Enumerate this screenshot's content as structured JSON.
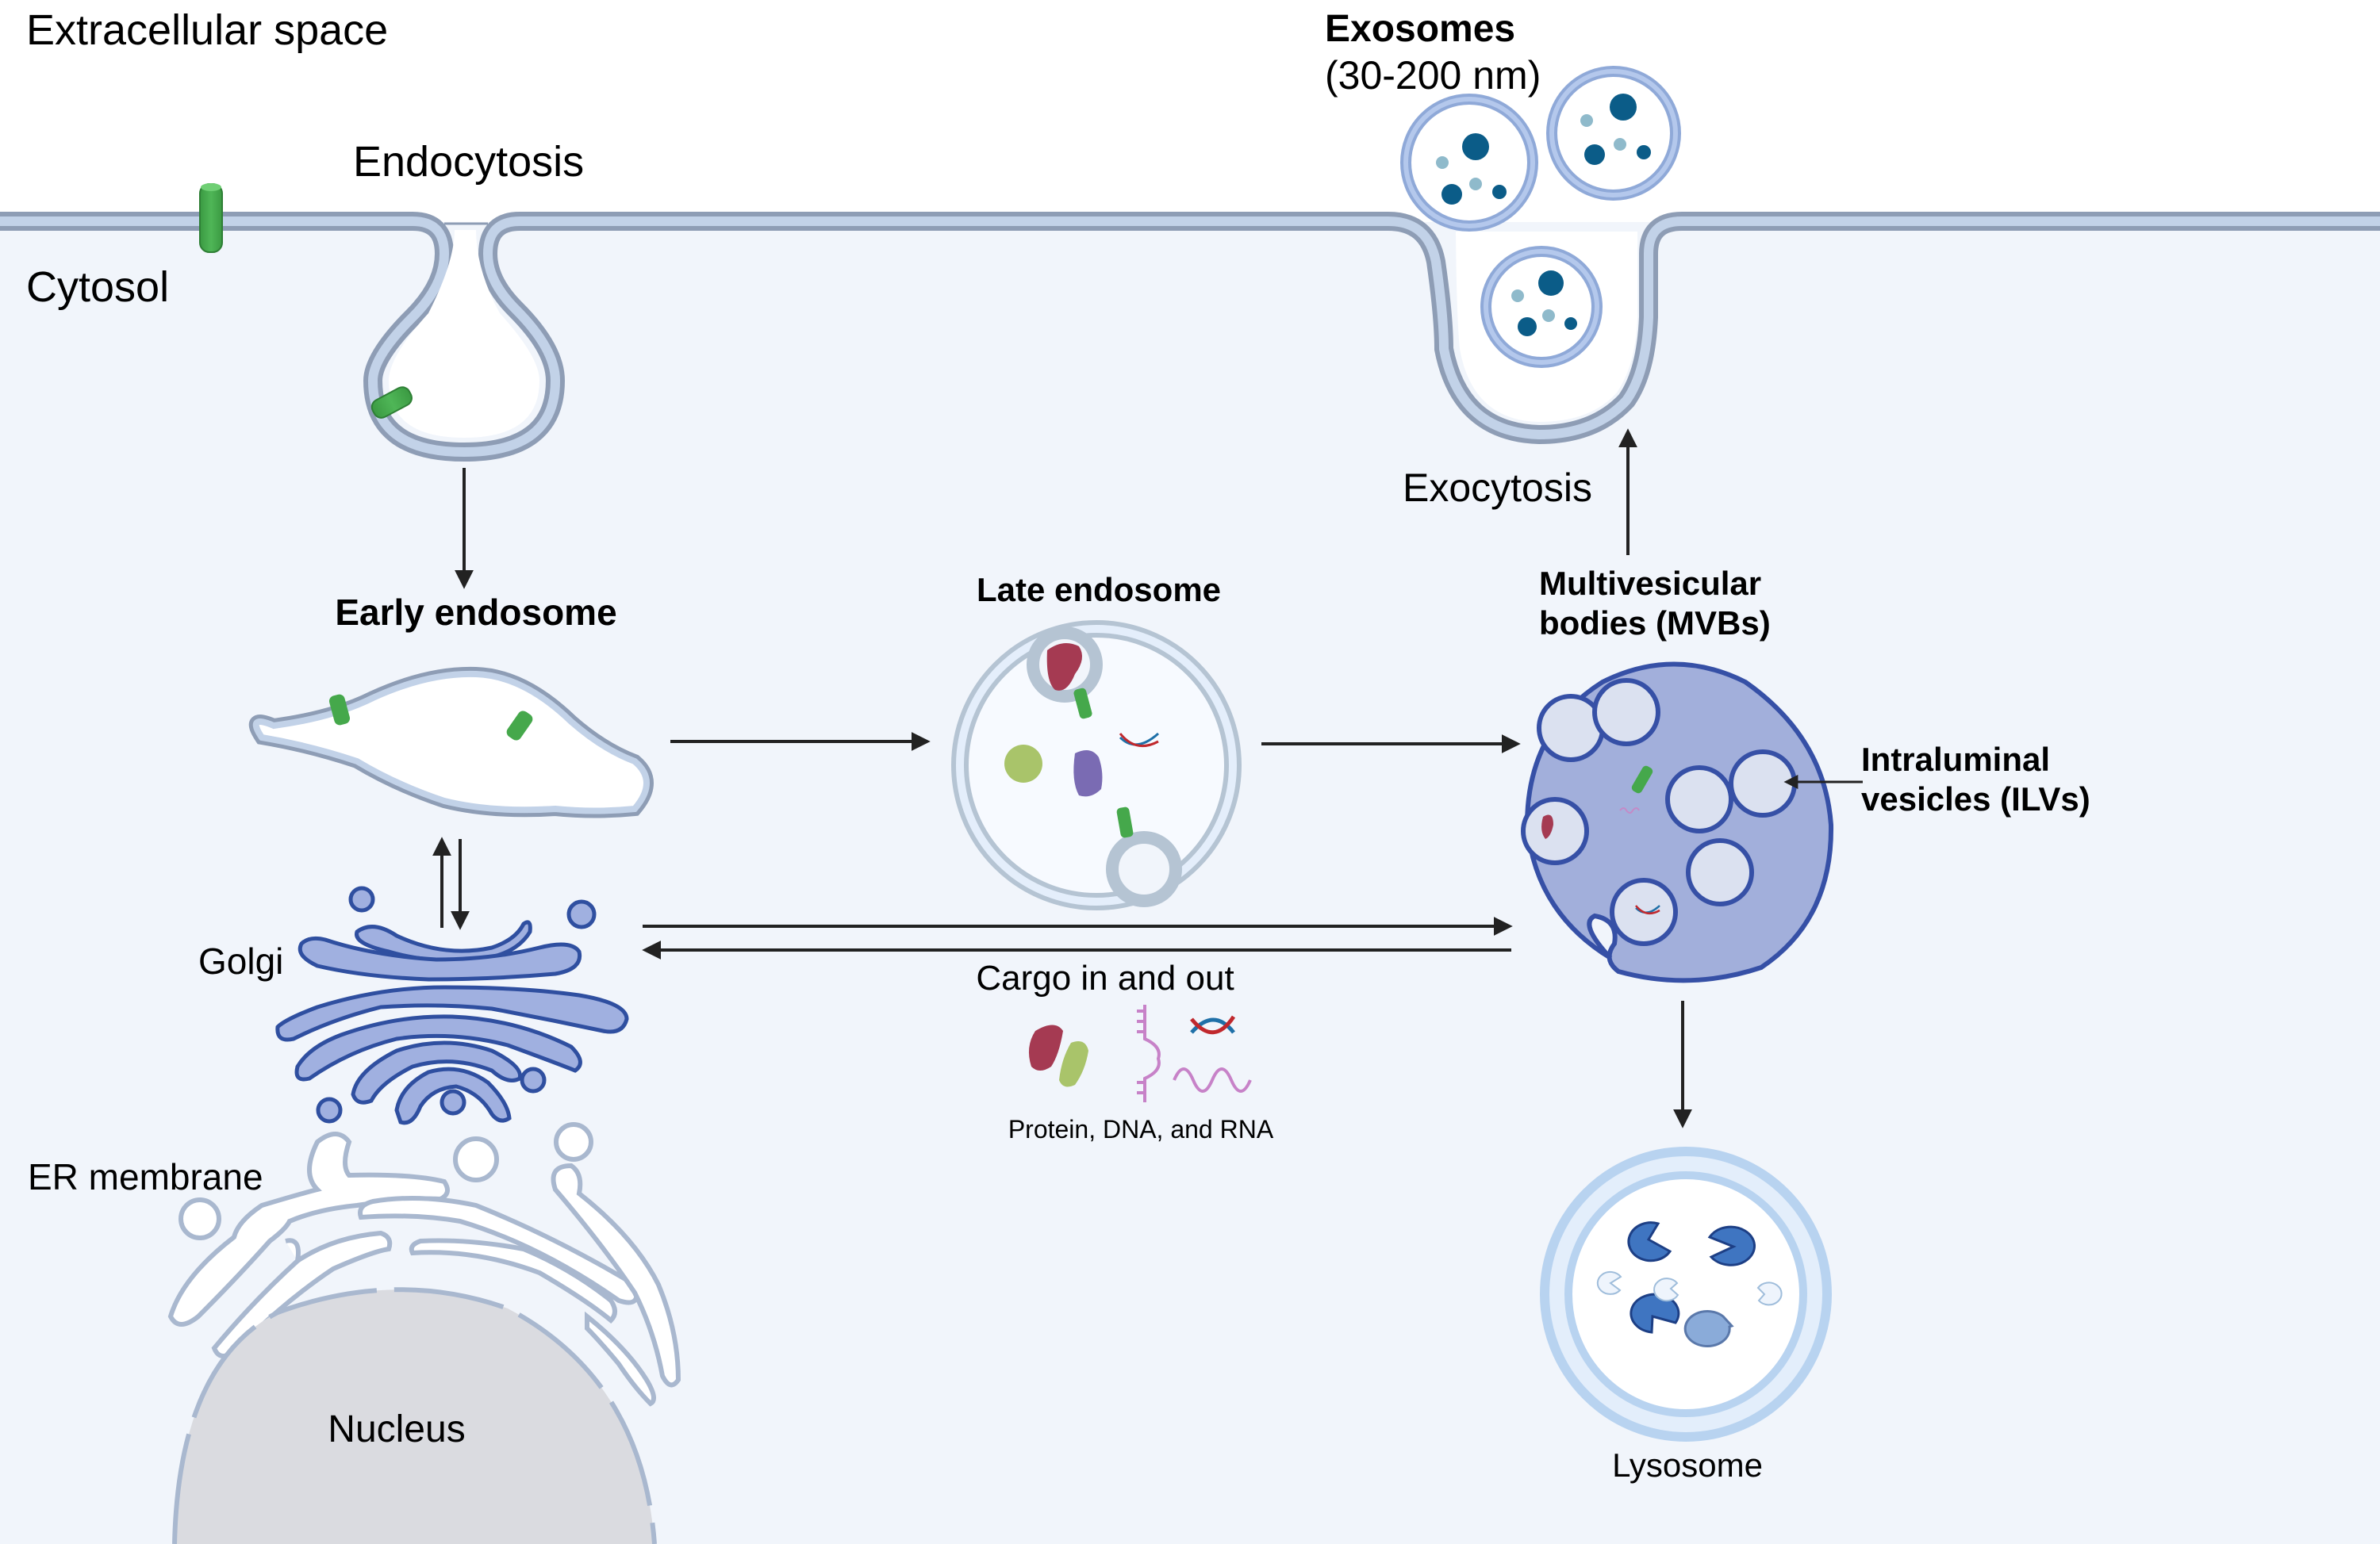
{
  "figure": {
    "title": "Exosome biogenesis pathway",
    "colors": {
      "extracellular_bg": "#ffffff",
      "cytosol_bg": "#f1f5fb",
      "membrane_outer": "#8e9db5",
      "membrane_inner": "#c2d2e8",
      "receptor_green": "#45a84b",
      "golgi_fill": "#a0b0e0",
      "golgi_stroke": "#2f4fa0",
      "mvb_fill": "#a2afdb",
      "mvb_stroke": "#3650a6",
      "ilv_fill": "#dbe1f0",
      "exosome_cargo_dark": "#0b5c88",
      "exosome_cargo_light": "#8fbacb",
      "nucleus_fill": "#dadbe0",
      "lysosome_ring": "#b8d3f0",
      "enzyme_dark": "#3f75c1",
      "arrow": "#222222"
    }
  },
  "regions": {
    "extracellular": "Extracellular space",
    "cytosol": "Cytosol"
  },
  "labels": {
    "endocytosis": "Endocytosis",
    "early_endosome": "Early endosome",
    "late_endosome": "Late endosome",
    "mvb_line1": "Multivesicular",
    "mvb_line2": "bodies (MVBs)",
    "ilv_line1": "Intraluminal",
    "ilv_line2": "vesicles (ILVs)",
    "exosomes_title": "Exosomes",
    "exosomes_size": "(30-200 nm)",
    "exocytosis": "Exocytosis",
    "golgi": "Golgi",
    "er_membrane": "ER membrane",
    "nucleus": "Nucleus",
    "cargo": "Cargo in and out",
    "cargo_types": "Protein, DNA, and RNA",
    "lysosome": "Lysosome"
  },
  "pathway": [
    {
      "from": "Endocytosis",
      "to": "Early endosome",
      "direction": "one-way"
    },
    {
      "from": "Golgi",
      "to": "Early endosome",
      "direction": "two-way"
    },
    {
      "from": "Early endosome",
      "to": "Late endosome",
      "direction": "one-way"
    },
    {
      "from": "Late endosome",
      "to": "Multivesicular bodies (MVBs)",
      "direction": "one-way"
    },
    {
      "from": "Golgi",
      "to": "Multivesicular bodies (MVBs)",
      "direction": "two-way",
      "label": "Cargo in and out"
    },
    {
      "from": "Multivesicular bodies (MVBs)",
      "to": "Exocytosis",
      "direction": "one-way"
    },
    {
      "from": "Multivesicular bodies (MVBs)",
      "to": "Lysosome",
      "direction": "one-way"
    }
  ]
}
